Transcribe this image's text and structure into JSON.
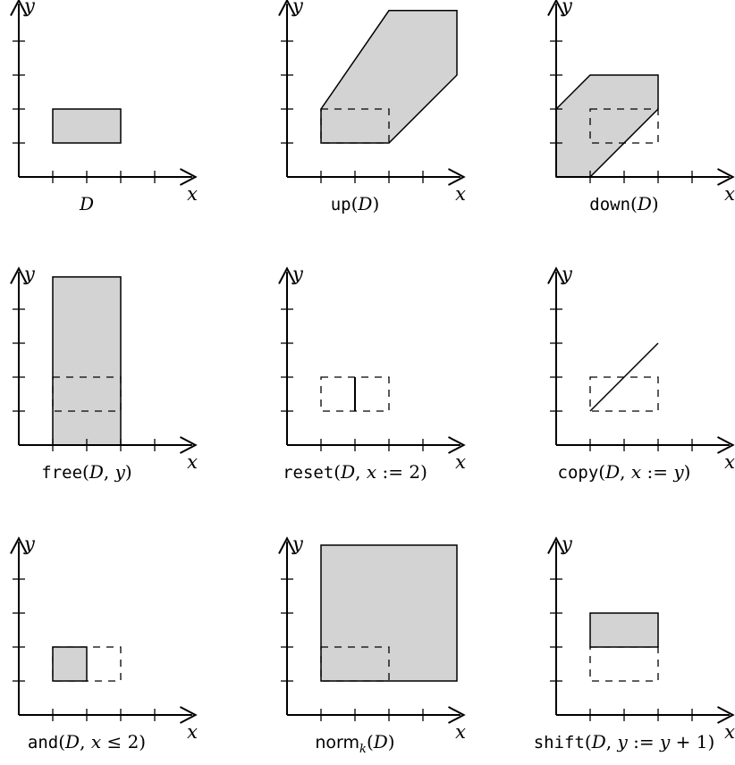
{
  "axes": {
    "x_label": "x",
    "y_label": "y"
  },
  "colors": {
    "zone_fill": "#d3d3d3",
    "stroke": "#000000",
    "background": "#ffffff"
  },
  "panels": [
    {
      "id": "D",
      "caption": [
        {
          "t": "D",
          "s": "ital"
        }
      ]
    },
    {
      "id": "up",
      "caption": [
        {
          "t": "up",
          "s": "mono"
        },
        {
          "t": "(",
          "s": "rom"
        },
        {
          "t": "D",
          "s": "ital"
        },
        {
          "t": ")",
          "s": "rom"
        }
      ]
    },
    {
      "id": "down",
      "caption": [
        {
          "t": "down",
          "s": "mono"
        },
        {
          "t": "(",
          "s": "rom"
        },
        {
          "t": "D",
          "s": "ital"
        },
        {
          "t": ")",
          "s": "rom"
        }
      ]
    },
    {
      "id": "free",
      "caption": [
        {
          "t": "free",
          "s": "mono"
        },
        {
          "t": "(",
          "s": "rom"
        },
        {
          "t": "D",
          "s": "ital"
        },
        {
          "t": ", ",
          "s": "rom"
        },
        {
          "t": "y",
          "s": "ital"
        },
        {
          "t": ")",
          "s": "rom"
        }
      ]
    },
    {
      "id": "reset",
      "caption": [
        {
          "t": "reset",
          "s": "mono"
        },
        {
          "t": "(",
          "s": "rom"
        },
        {
          "t": "D",
          "s": "ital"
        },
        {
          "t": ", ",
          "s": "rom"
        },
        {
          "t": "x",
          "s": "ital"
        },
        {
          "t": " := 2)",
          "s": "rom"
        }
      ]
    },
    {
      "id": "copy",
      "caption": [
        {
          "t": "copy",
          "s": "mono"
        },
        {
          "t": "(",
          "s": "rom"
        },
        {
          "t": "D",
          "s": "ital"
        },
        {
          "t": ", ",
          "s": "rom"
        },
        {
          "t": "x",
          "s": "ital"
        },
        {
          "t": " := ",
          "s": "rom"
        },
        {
          "t": "y",
          "s": "ital"
        },
        {
          "t": ")",
          "s": "rom"
        }
      ]
    },
    {
      "id": "and",
      "caption": [
        {
          "t": "and",
          "s": "mono"
        },
        {
          "t": "(",
          "s": "rom"
        },
        {
          "t": "D",
          "s": "ital"
        },
        {
          "t": ", ",
          "s": "rom"
        },
        {
          "t": "x",
          "s": "ital"
        },
        {
          "t": " ≤ 2)",
          "s": "rom"
        }
      ]
    },
    {
      "id": "norm",
      "caption": [
        {
          "t": "norm",
          "s": "sans"
        },
        {
          "t": "k",
          "s": "sub"
        },
        {
          "t": "(",
          "s": "rom"
        },
        {
          "t": "D",
          "s": "ital"
        },
        {
          "t": ")",
          "s": "rom"
        }
      ]
    },
    {
      "id": "shift",
      "caption": [
        {
          "t": "shift",
          "s": "mono"
        },
        {
          "t": "(",
          "s": "rom"
        },
        {
          "t": "D",
          "s": "ital"
        },
        {
          "t": ", ",
          "s": "rom"
        },
        {
          "t": "y",
          "s": "ital"
        },
        {
          "t": " := ",
          "s": "rom"
        },
        {
          "t": "y",
          "s": "ital"
        },
        {
          "t": " + 1)",
          "s": "rom"
        }
      ]
    }
  ]
}
